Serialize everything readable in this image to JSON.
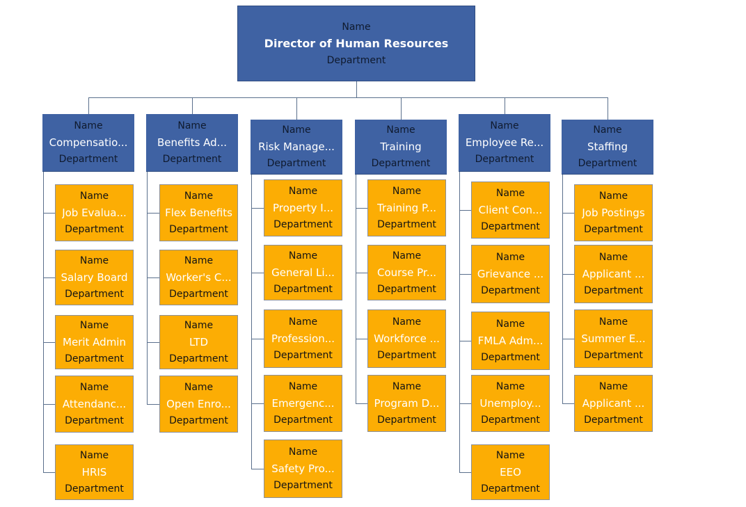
{
  "colors": {
    "header_fill": "#3f62a3",
    "unit_fill": "#fcad04",
    "connector": "#5a6f8c"
  },
  "root": {
    "name": "Name",
    "title": "Director of Human Resources",
    "department": "Department"
  },
  "columns": [
    {
      "name": "Name",
      "title": "Compensatio...",
      "department": "Department",
      "units": [
        {
          "name": "Name",
          "title": "Job Evalua...",
          "department": "Department"
        },
        {
          "name": "Name",
          "title": "Salary Board",
          "department": "Department"
        },
        {
          "name": "Name",
          "title": "Merit Admin",
          "department": "Department"
        },
        {
          "name": "Name",
          "title": "Attendanc...",
          "department": "Department"
        },
        {
          "name": "Name",
          "title": "HRIS",
          "department": "Department"
        }
      ]
    },
    {
      "name": "Name",
      "title": "Benefits Ad...",
      "department": "Department",
      "units": [
        {
          "name": "Name",
          "title": "Flex Benefits",
          "department": "Department"
        },
        {
          "name": "Name",
          "title": "Worker's C...",
          "department": "Department"
        },
        {
          "name": "Name",
          "title": "LTD",
          "department": "Department"
        },
        {
          "name": "Name",
          "title": "Open Enro...",
          "department": "Department"
        }
      ]
    },
    {
      "name": "Name",
      "title": "Risk Manage...",
      "department": "Department",
      "units": [
        {
          "name": "Name",
          "title": "Property I...",
          "department": "Department"
        },
        {
          "name": "Name",
          "title": "General Li...",
          "department": "Department"
        },
        {
          "name": "Name",
          "title": "Profession...",
          "department": "Department"
        },
        {
          "name": "Name",
          "title": "Emergenc...",
          "department": "Department"
        },
        {
          "name": "Name",
          "title": "Safety Pro...",
          "department": "Department"
        }
      ]
    },
    {
      "name": "Name",
      "title": "Training",
      "department": "Department",
      "units": [
        {
          "name": "Name",
          "title": "Training P...",
          "department": "Department"
        },
        {
          "name": "Name",
          "title": "Course Pr...",
          "department": "Department"
        },
        {
          "name": "Name",
          "title": "Workforce ...",
          "department": "Department"
        },
        {
          "name": "Name",
          "title": "Program D...",
          "department": "Department"
        }
      ]
    },
    {
      "name": "Name",
      "title": "Employee Re...",
      "department": "Department",
      "units": [
        {
          "name": "Name",
          "title": "Client Con...",
          "department": "Department"
        },
        {
          "name": "Name",
          "title": "Grievance ...",
          "department": "Department"
        },
        {
          "name": "Name",
          "title": "FMLA Adm...",
          "department": "Department"
        },
        {
          "name": "Name",
          "title": "Unemploy...",
          "department": "Department"
        },
        {
          "name": "Name",
          "title": "EEO",
          "department": "Department"
        }
      ]
    },
    {
      "name": "Name",
      "title": "Staffing",
      "department": "Department",
      "units": [
        {
          "name": "Name",
          "title": "Job Postings",
          "department": "Department"
        },
        {
          "name": "Name",
          "title": "Applicant ...",
          "department": "Department"
        },
        {
          "name": "Name",
          "title": "Summer E...",
          "department": "Department"
        },
        {
          "name": "Name",
          "title": "Applicant ...",
          "department": "Department"
        }
      ]
    }
  ]
}
